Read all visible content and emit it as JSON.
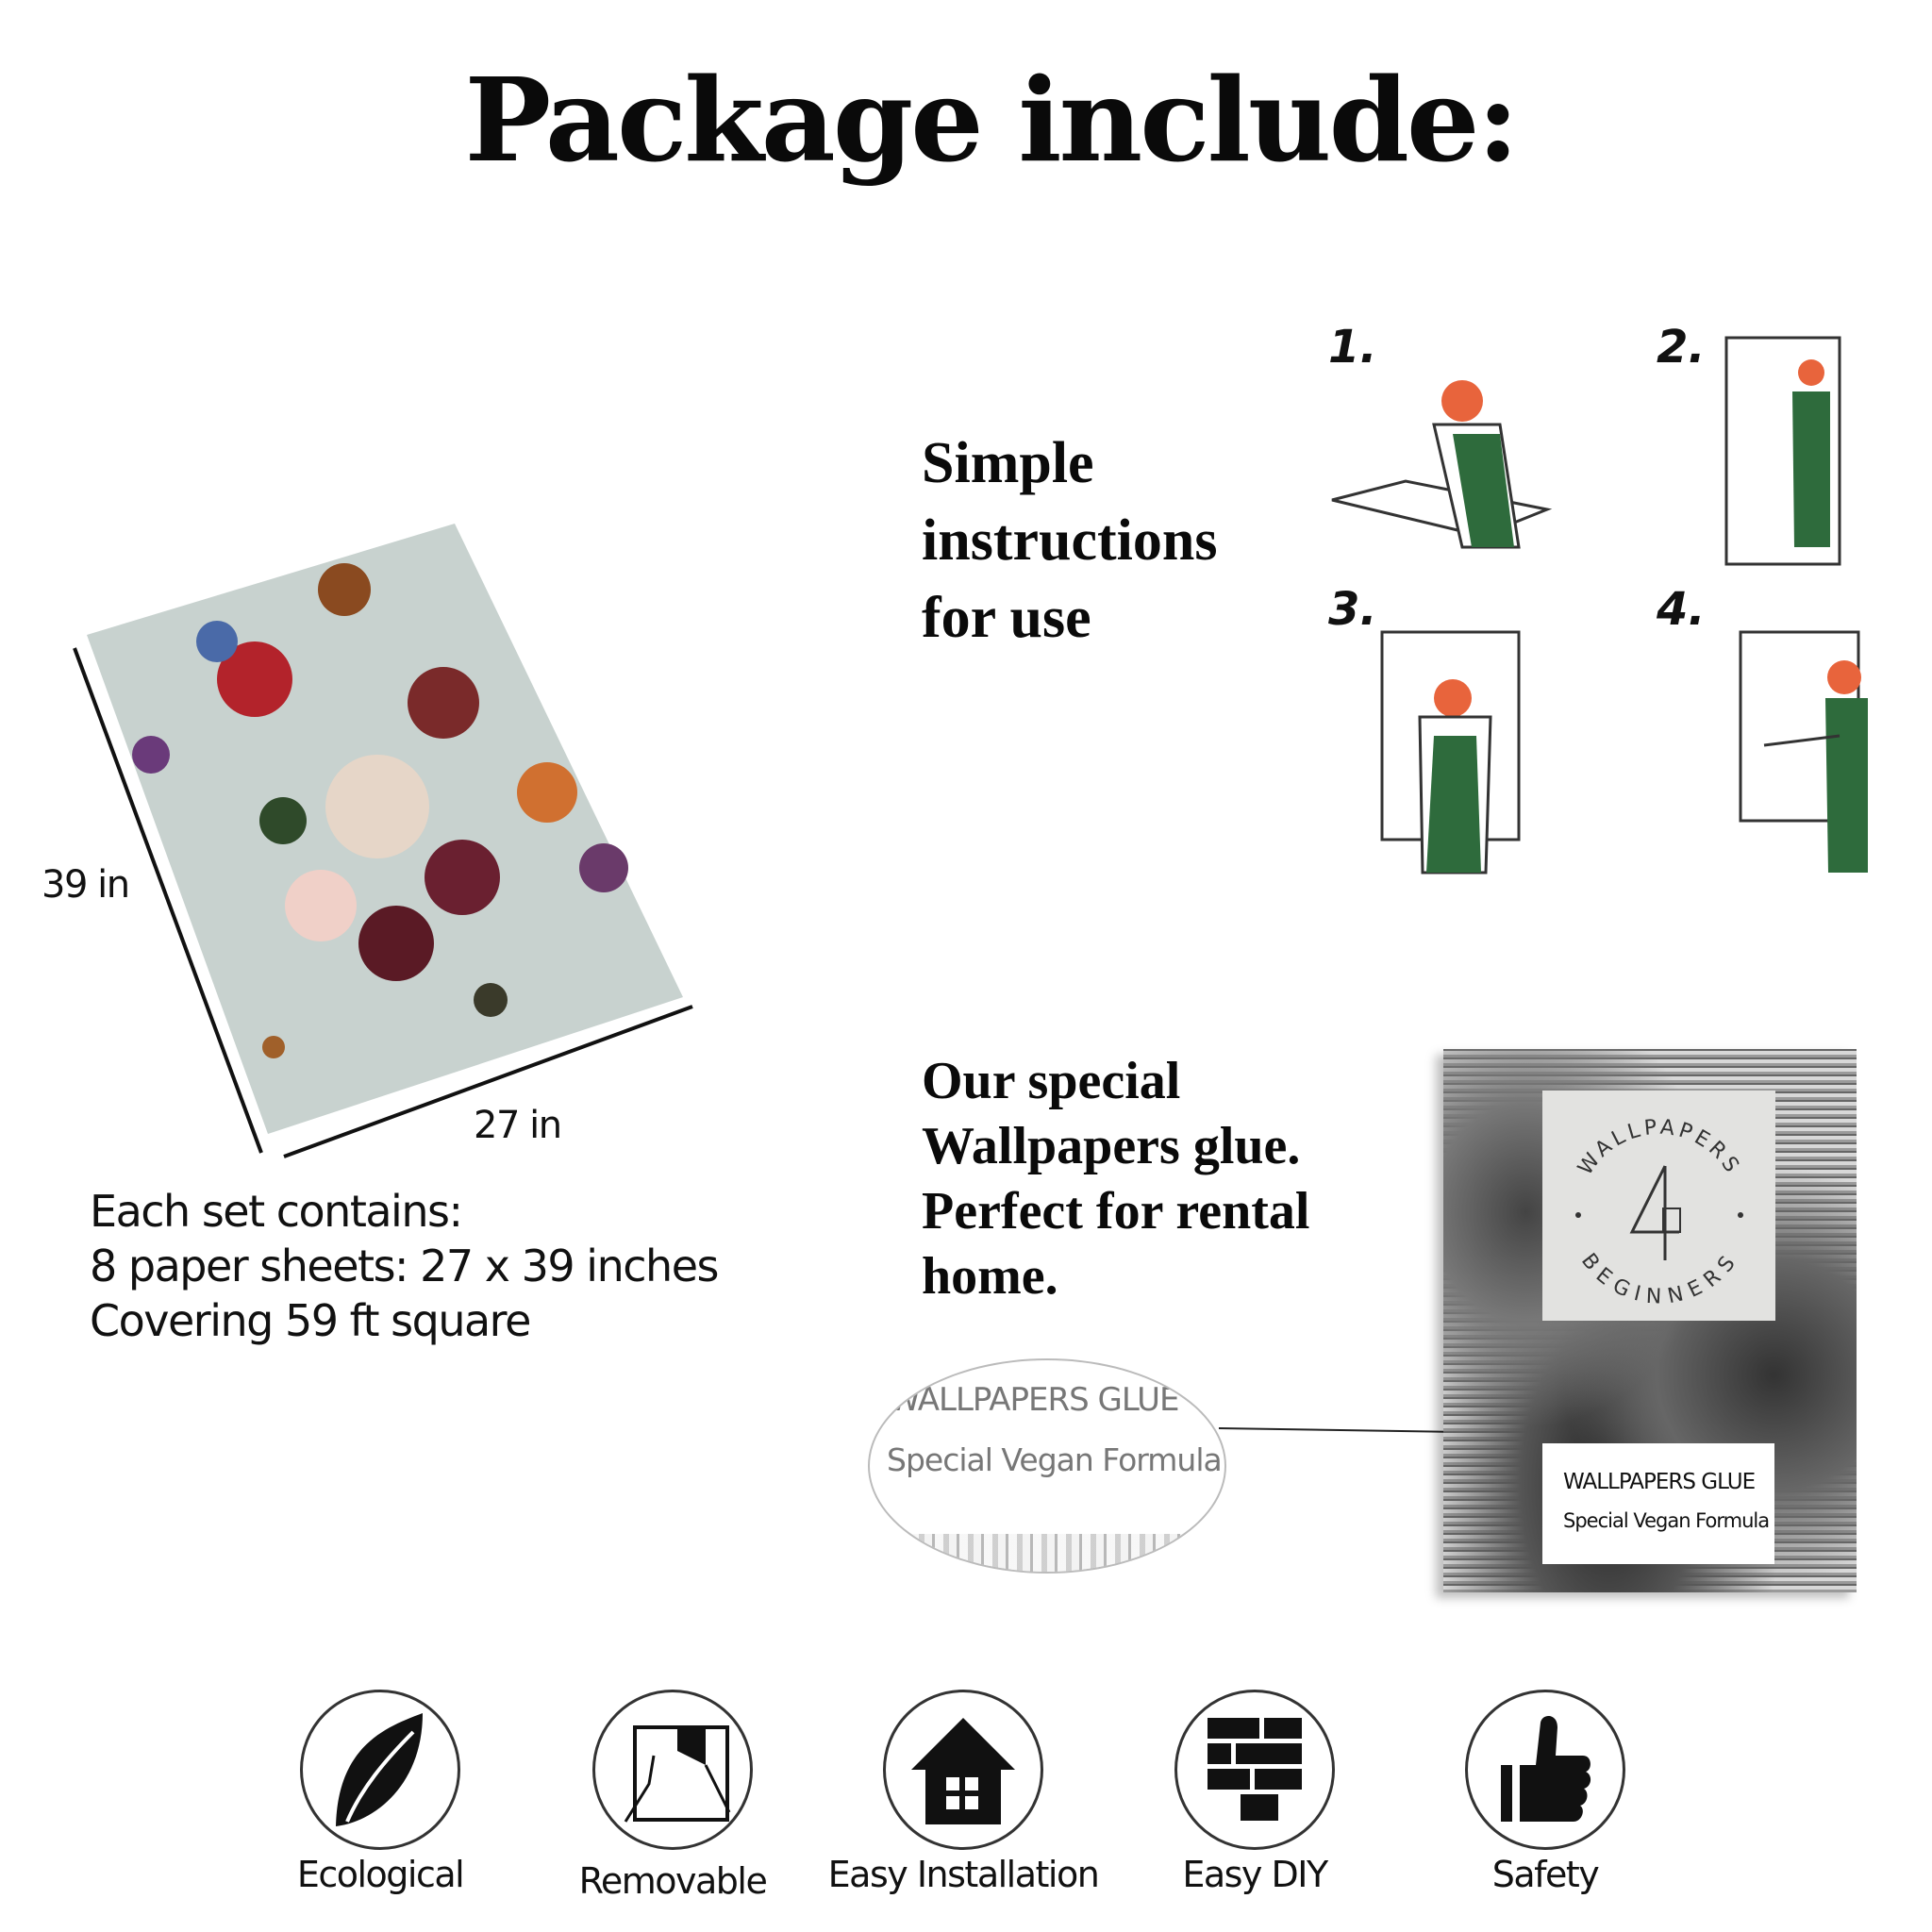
{
  "title": "Package include:",
  "wallpaper": {
    "height_label": "39 in",
    "width_label": "27 in",
    "background_color": "#c8d2cf",
    "description_lines": [
      "Each set contains:",
      "8 paper sheets: 27 x 39 inches",
      "Covering 59 ft square"
    ]
  },
  "instructions": {
    "heading_lines": [
      "Simple",
      "instructions",
      "for use"
    ],
    "steps": [
      "1.",
      "2.",
      "3.",
      "4."
    ],
    "overall_color": "#2e6b3c",
    "hair_color": "#e8643c"
  },
  "glue": {
    "text_lines": [
      "Our special",
      "Wallpapers glue.",
      "Perfect for rental",
      "home."
    ],
    "loupe_line1": "WALLPAPERS GLUE",
    "loupe_line2": "Special  Vegan Formula",
    "brand_top": "WALLPAPERS",
    "brand_bottom": "BEGINNERS",
    "box_line1": "WALLPAPERS GLUE",
    "box_line2": "Special Vegan Formula"
  },
  "features": [
    {
      "label": "Ecological",
      "icon": "leaf-icon"
    },
    {
      "label": "Removable",
      "icon": "peel-sheet-icon"
    },
    {
      "label": "Easy Installation",
      "icon": "house-icon"
    },
    {
      "label": "Easy DIY",
      "icon": "bricks-icon"
    },
    {
      "label": "Safety",
      "icon": "thumbs-up-icon"
    }
  ]
}
